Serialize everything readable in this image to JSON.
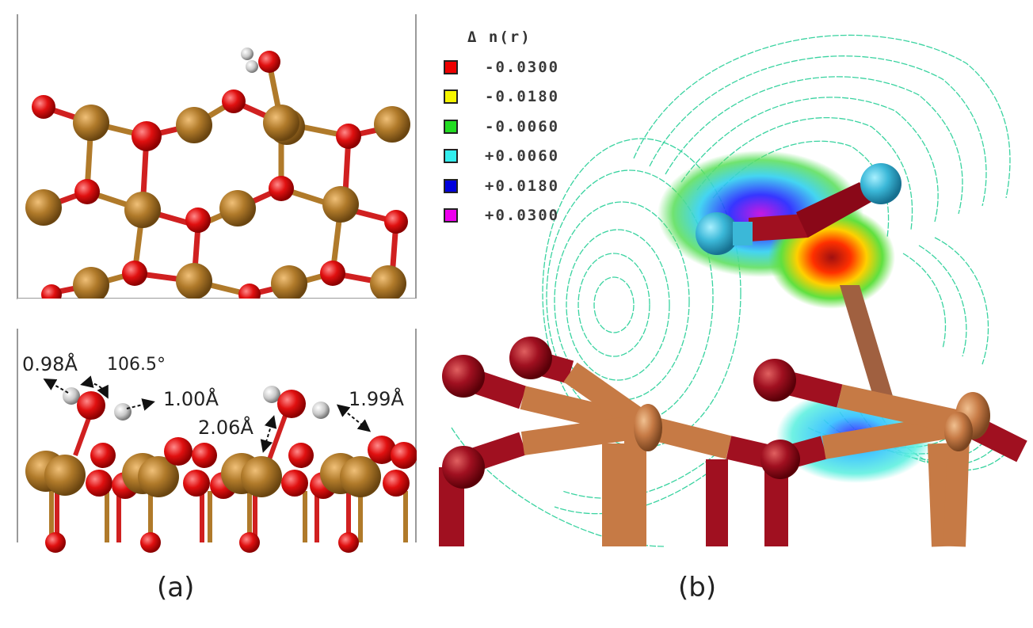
{
  "figure": {
    "panel_a": {
      "label": "(a)",
      "top_view": {
        "description": "Hematite-like metal oxide slab with adsorbed water molecule"
      },
      "side_view": {
        "annotations": {
          "oh_bond_1": "0.98Å",
          "hoh_angle": "106.5°",
          "oh_bond_2": "1.00Å",
          "metal_o_distance": "2.06Å",
          "h_bond_distance": "1.99Å"
        }
      }
    },
    "panel_b": {
      "label": "(b)",
      "legend": {
        "title": "Δ n(r)",
        "items": [
          {
            "value": "-0.0300",
            "color": "#ee0000"
          },
          {
            "value": "-0.0180",
            "color": "#f5f500"
          },
          {
            "value": "-0.0060",
            "color": "#22dd22"
          },
          {
            "value": "+0.0060",
            "color": "#33eeee"
          },
          {
            "value": "+0.0180",
            "color": "#0000dd"
          },
          {
            "value": "+0.0300",
            "color": "#ee00ee"
          }
        ]
      }
    },
    "colors": {
      "metal_atom": "#b07a2a",
      "oxygen_atom": "#e01010",
      "hydrogen_atom": "#c8c8c8",
      "stick_metal": "#c67a45",
      "stick_oxygen": "#a01020",
      "h_stick_atom": "#3bb8d8",
      "contour": "#39d3a0"
    }
  }
}
